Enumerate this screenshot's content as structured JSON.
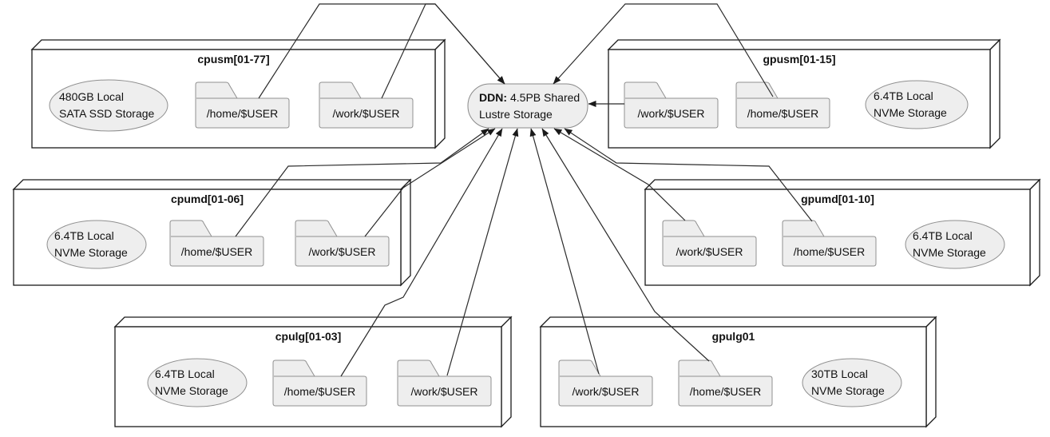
{
  "center_node": {
    "label_bold": "DDN:",
    "label_rest": "4.5PB Shared",
    "label_line2": "Lustre Storage"
  },
  "nodes": {
    "cpusm": {
      "title": "cpusm[01-77]",
      "storage_line1": "480GB Local",
      "storage_line2": "SATA SSD Storage",
      "home_folder": "/home/$USER",
      "work_folder": "/work/$USER"
    },
    "gpusm": {
      "title": "gpusm[01-15]",
      "storage_line1": "6.4TB Local",
      "storage_line2": "NVMe Storage",
      "home_folder": "/home/$USER",
      "work_folder": "/work/$USER"
    },
    "cpumd": {
      "title": "cpumd[01-06]",
      "storage_line1": "6.4TB Local",
      "storage_line2": "NVMe Storage",
      "home_folder": "/home/$USER",
      "work_folder": "/work/$USER"
    },
    "gpumd": {
      "title": "gpumd[01-10]",
      "storage_line1": "6.4TB Local",
      "storage_line2": "NVMe Storage",
      "home_folder": "/home/$USER",
      "work_folder": "/work/$USER"
    },
    "cpulg": {
      "title": "cpulg[01-03]",
      "storage_line1": "6.4TB Local",
      "storage_line2": "NVMe Storage",
      "home_folder": "/home/$USER",
      "work_folder": "/work/$USER"
    },
    "gpulg": {
      "title": "gpulg01",
      "storage_line1": "30TB Local",
      "storage_line2": "NVMe Storage",
      "home_folder": "/home/$USER",
      "work_folder": "/work/$USER"
    }
  },
  "colors": {
    "shape_fill": "#eeeeee",
    "shape_border": "#909090",
    "box_border": "#1a1a1a",
    "edge_color": "#2b2b2b",
    "background": "#ffffff",
    "text": "#111111"
  }
}
